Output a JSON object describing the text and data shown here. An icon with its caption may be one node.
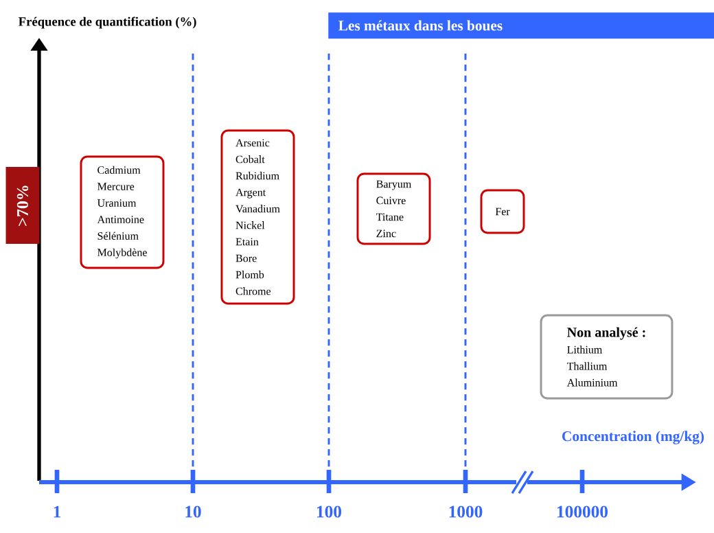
{
  "diagram": {
    "title": "Les métaux dans les boues",
    "nodes": [
      {
        "text": [
          "Cadmium",
          "Mercure",
          "Uranium",
          "Antimoine",
          "Sélénium",
          "Molybdène"
        ]
      },
      {
        "text": [
          "Arsenic",
          "Cobalt",
          "Rubidium",
          "Argent",
          "Vanadium",
          "Nickel",
          "Etain",
          "Bore",
          "Plomb",
          "Chrome"
        ]
      },
      {
        "text": [
          "Baryum",
          "Cuivre",
          "Titane",
          "Zinc"
        ]
      },
      {
        "text": [
          "Fer"
        ]
      },
      {
        "text": [
          "Non analysé :",
          "Lithium",
          "Thallium",
          "Aluminium"
        ]
      }
    ],
    "labels": [
      "Fréquence de quantification (%)",
      ">70%",
      "Concentration (mg/kg)",
      "1",
      "10",
      "100",
      "1000",
      "100000"
    ]
  }
}
